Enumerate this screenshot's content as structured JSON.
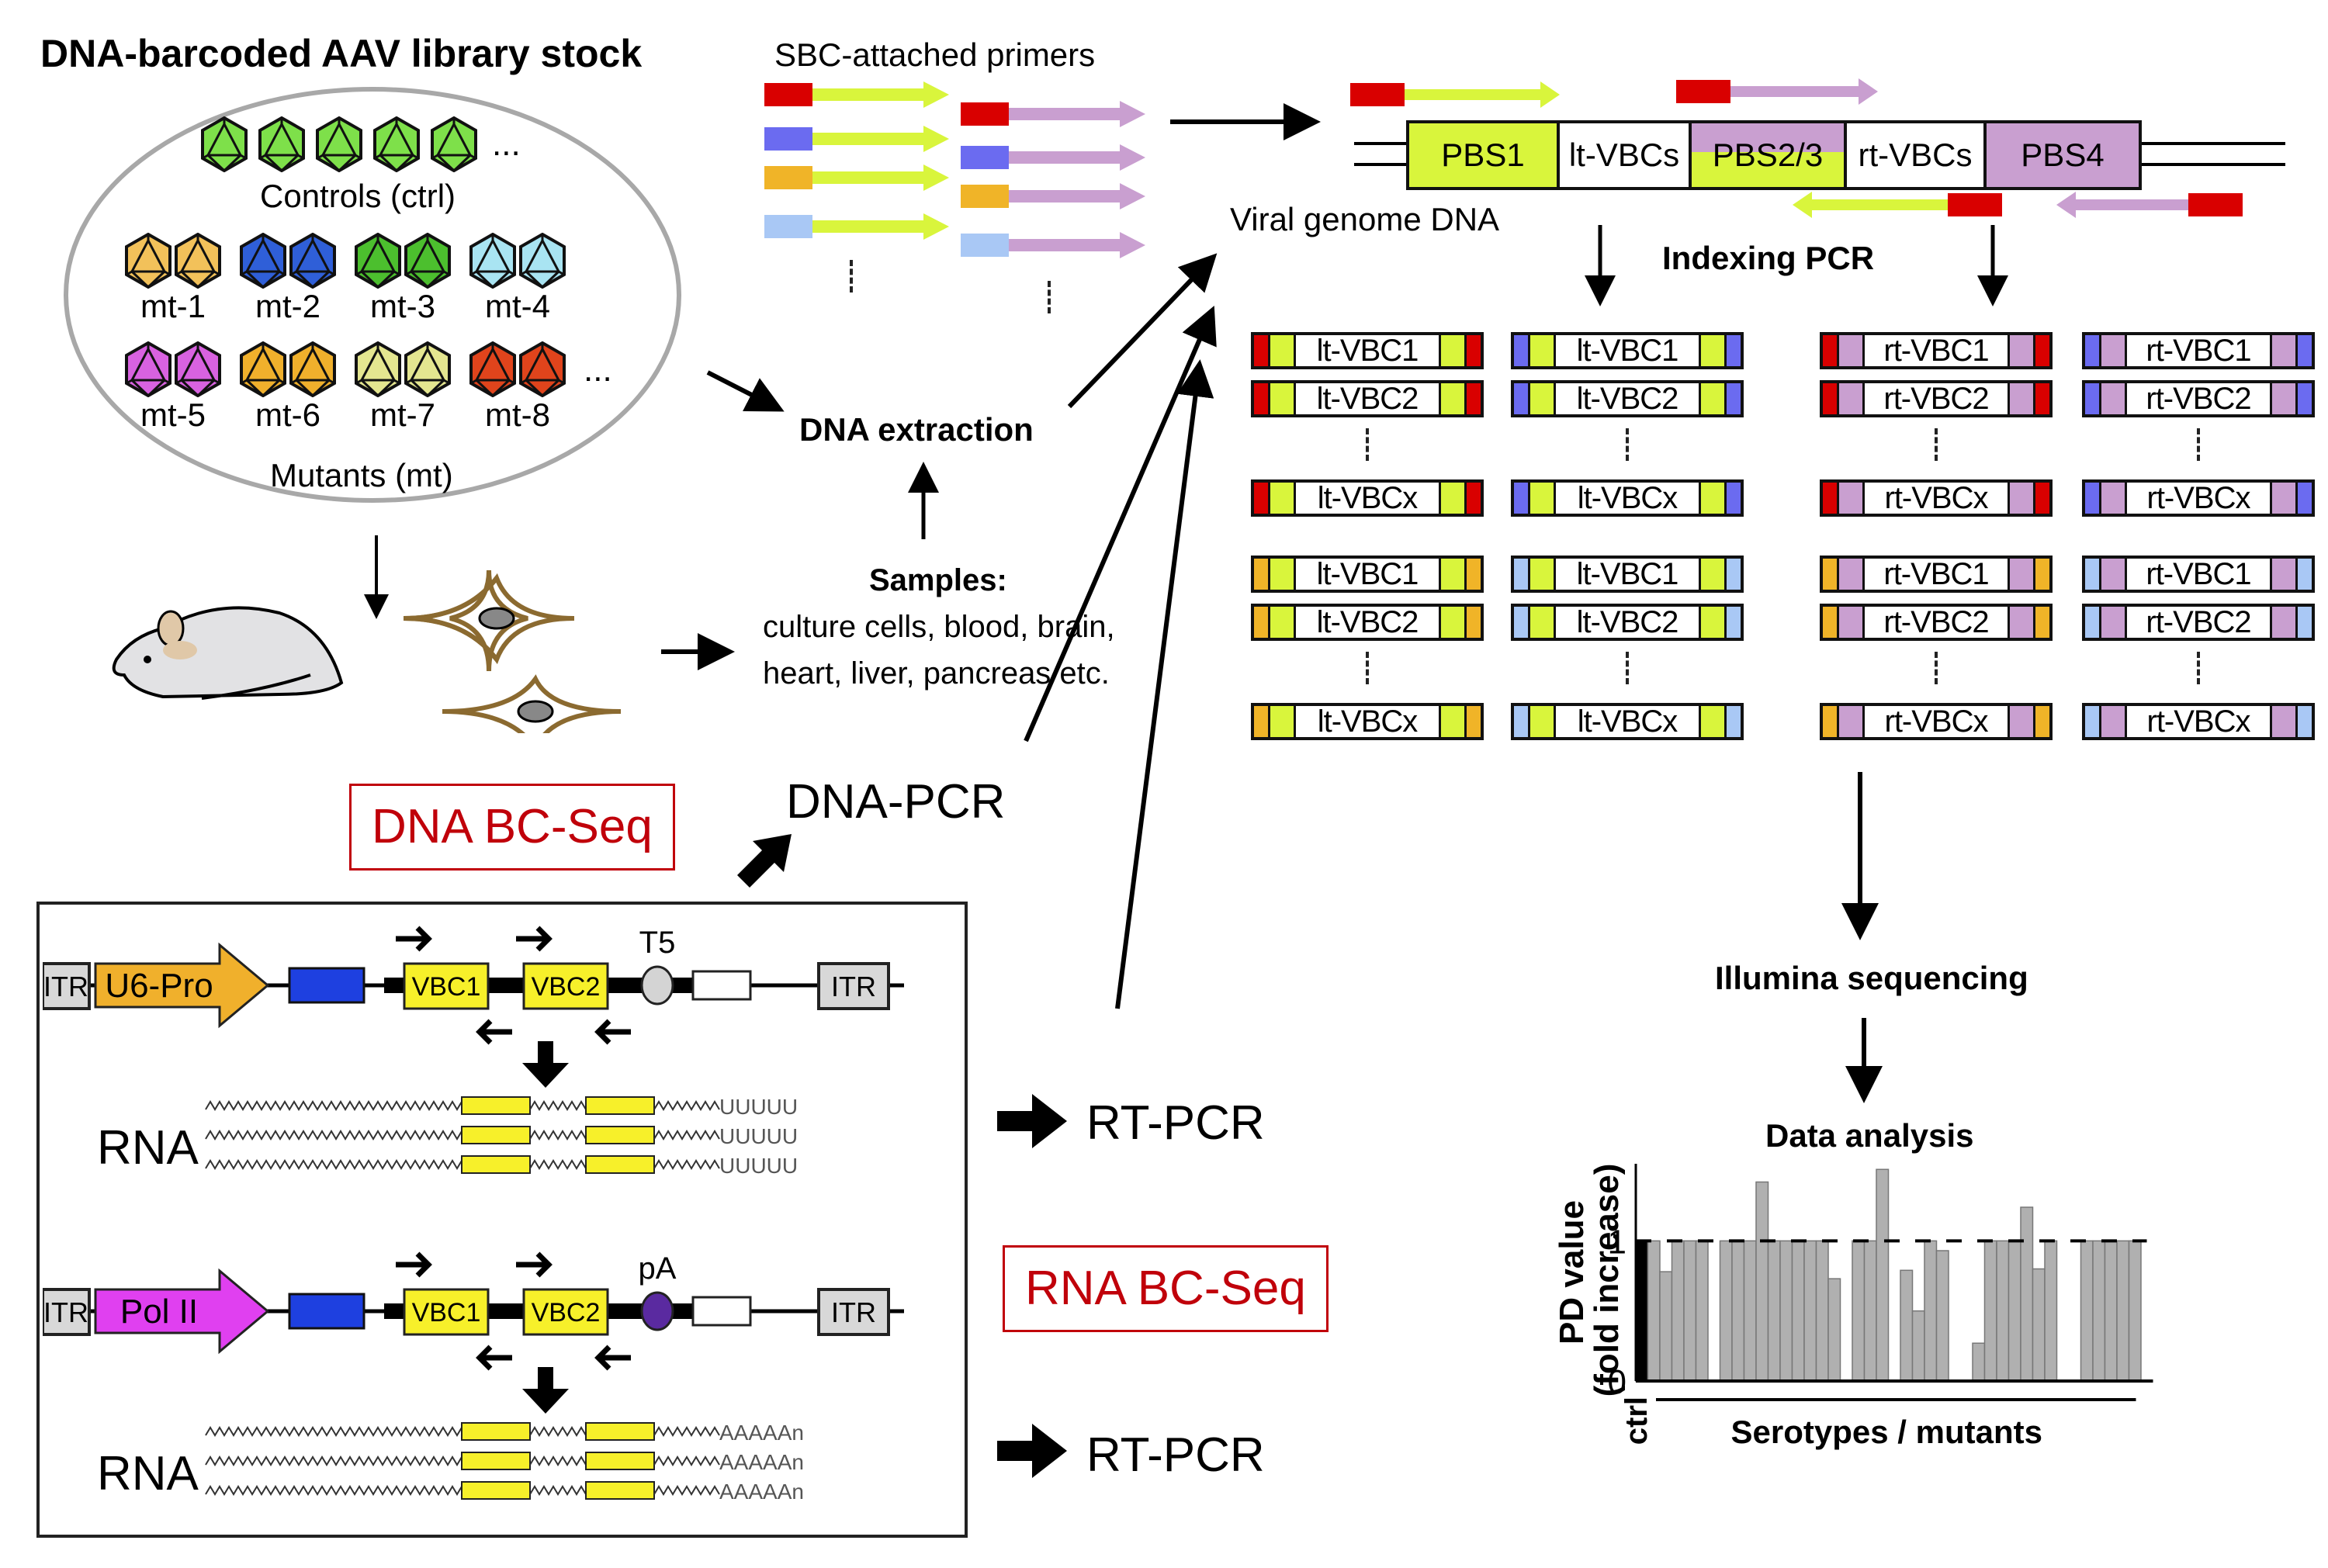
{
  "library": {
    "title": "DNA-barcoded AAV library stock",
    "controls_label": "Controls (ctrl)",
    "mutants_label": "Mutants (mt)",
    "ellipsis": "...",
    "controls": [
      {
        "color": "#7ee04a"
      },
      {
        "color": "#7ee04a"
      },
      {
        "color": "#7ee04a"
      },
      {
        "color": "#7ee04a"
      },
      {
        "color": "#7ee04a"
      }
    ],
    "mutants_row1": [
      {
        "label": "mt-1",
        "color": "#f2c15a"
      },
      {
        "label": "mt-2",
        "color": "#2f5fd8"
      },
      {
        "label": "mt-3",
        "color": "#4cbf2e"
      },
      {
        "label": "mt-4",
        "color": "#a9e4f2"
      }
    ],
    "mutants_row2": [
      {
        "label": "mt-5",
        "color": "#d862e0"
      },
      {
        "label": "mt-6",
        "color": "#f0b02c"
      },
      {
        "label": "mt-7",
        "color": "#e4e690"
      },
      {
        "label": "mt-8",
        "color": "#e0441c"
      }
    ]
  },
  "primers": {
    "title": "SBC-attached primers",
    "sbc_colors": [
      "#d90000",
      "#6b6bf0",
      "#f0b428",
      "#a9c8f5"
    ],
    "left_primer_color": "#d9f53c",
    "right_primer_color": "#c99fd0",
    "ellipsis": "⋮"
  },
  "genome": {
    "label": "Viral genome DNA",
    "segments": [
      {
        "label": "PBS1",
        "type": "green"
      },
      {
        "label": "lt-VBCs",
        "type": "white"
      },
      {
        "label": "PBS2/3",
        "type": "split"
      },
      {
        "label": "rt-VBCs",
        "type": "white"
      },
      {
        "label": "PBS4",
        "type": "purple"
      }
    ]
  },
  "indexing": {
    "label": "Indexing PCR",
    "left_groups": [
      {
        "sbc": "#d90000",
        "items": [
          "lt-VBC1",
          "lt-VBC2",
          "lt-VBCx"
        ]
      },
      {
        "sbc": "#6b6bf0",
        "items": [
          "lt-VBC1",
          "lt-VBC2",
          "lt-VBCx"
        ]
      },
      {
        "sbc": "#f0b428",
        "items": [
          "lt-VBC1",
          "lt-VBC2",
          "lt-VBCx"
        ]
      },
      {
        "sbc": "#a9c8f5",
        "items": [
          "lt-VBC1",
          "lt-VBC2",
          "lt-VBCx"
        ]
      }
    ],
    "right_groups": [
      {
        "sbc": "#d90000",
        "items": [
          "rt-VBC1",
          "rt-VBC2",
          "rt-VBCx"
        ]
      },
      {
        "sbc": "#6b6bf0",
        "items": [
          "rt-VBC1",
          "rt-VBC2",
          "rt-VBCx"
        ]
      },
      {
        "sbc": "#f0b428",
        "items": [
          "rt-VBC1",
          "rt-VBC2",
          "rt-VBCx"
        ]
      },
      {
        "sbc": "#a9c8f5",
        "items": [
          "rt-VBC1",
          "rt-VBC2",
          "rt-VBCx"
        ]
      }
    ]
  },
  "workflow": {
    "dna_extraction": "DNA extraction",
    "samples_title": "Samples:",
    "samples_line1": "culture cells, blood, brain,",
    "samples_line2": "heart, liver, pancreas etc.",
    "dna_bc_seq": "DNA BC-Seq",
    "dna_pcr": "DNA-PCR",
    "rna_bc_seq": "RNA BC-Seq",
    "rt_pcr_1": "RT-PCR",
    "rt_pcr_2": "RT-PCR",
    "illumina": "Illumina sequencing",
    "data_analysis": "Data analysis"
  },
  "constructs": [
    {
      "itr": "ITR",
      "promoter": "U6-Pro",
      "promoter_color": "#f0b02c",
      "vbc1": "VBC1",
      "vbc2": "VBC2",
      "terminator": "T5",
      "terminator_color": "#d4d4d4",
      "itr_right": "ITR",
      "rna_label": "RNA",
      "rna_tail": "UUUUU"
    },
    {
      "itr": "ITR",
      "promoter": "Pol II",
      "promoter_color": "#e040f0",
      "vbc1": "VBC1",
      "vbc2": "VBC2",
      "terminator": "pA",
      "terminator_color": "#5a2aa0",
      "itr_right": "ITR",
      "rna_label": "RNA",
      "rna_tail": "AAAAAn"
    }
  ],
  "chart_data": {
    "type": "bar",
    "title": "Data analysis",
    "ylabel": "PD value (fold increase)",
    "xlabel": "Serotypes / mutants",
    "first_category_label": "ctrl",
    "yticks": [
      0,
      1
    ],
    "ylim": [
      0,
      1.55
    ],
    "reference_line": 1,
    "values": [
      1.0,
      1.0,
      0.78,
      1.0,
      1.0,
      1.0,
      0,
      1.0,
      1.0,
      1.0,
      1.42,
      1.0,
      1.0,
      1.0,
      1.0,
      1.0,
      0.73,
      0,
      1.0,
      1.0,
      1.51,
      0,
      0.79,
      0.5,
      1.0,
      0.93,
      0,
      0,
      0.27,
      1.0,
      1.0,
      1.0,
      1.24,
      0.8,
      1.0,
      0,
      0,
      1.0,
      1.0,
      1.0,
      1.0,
      1.0,
      0
    ],
    "ctrl_color": "#000000",
    "bar_color": "#b0b0b0"
  }
}
